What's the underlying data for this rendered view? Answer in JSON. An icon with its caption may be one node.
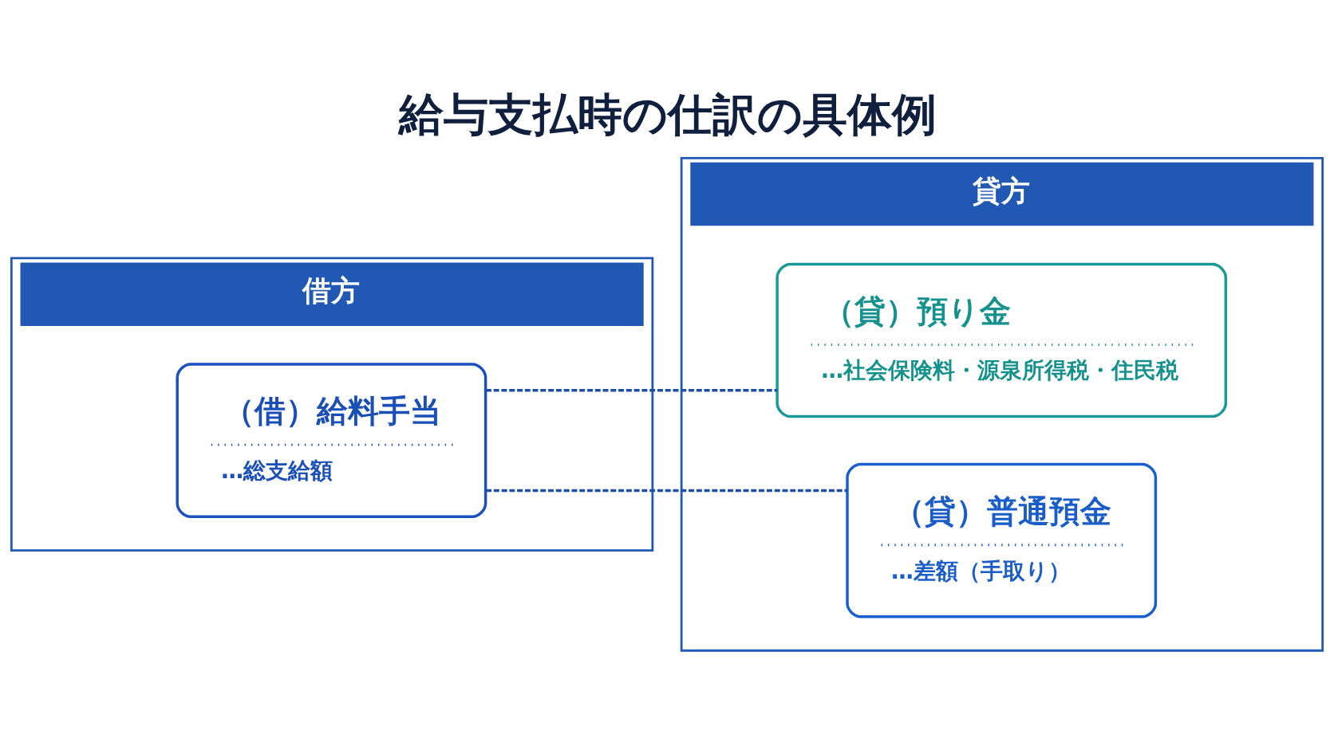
{
  "diagram": {
    "title": "給与支払時の仕訳の具体例",
    "nodes": [
      {
        "text": [
          "借方"
        ]
      },
      {
        "text": [
          "（借）給料手当",
          "…総支給額"
        ],
        "in": 0
      },
      {
        "text": [
          "貸方"
        ]
      },
      {
        "text": [
          "（貸）預り金",
          "…社会保険料・源泉所得税・住民税"
        ],
        "in": 2
      },
      {
        "text": [
          "（貸）普通預金",
          "…差額（手取り）"
        ],
        "in": 2
      }
    ],
    "edges": [
      {
        "from": 1,
        "to": 3,
        "arrow": "none",
        "style": "dashed"
      },
      {
        "from": 1,
        "to": 4,
        "arrow": "none",
        "style": "dashed"
      }
    ]
  }
}
